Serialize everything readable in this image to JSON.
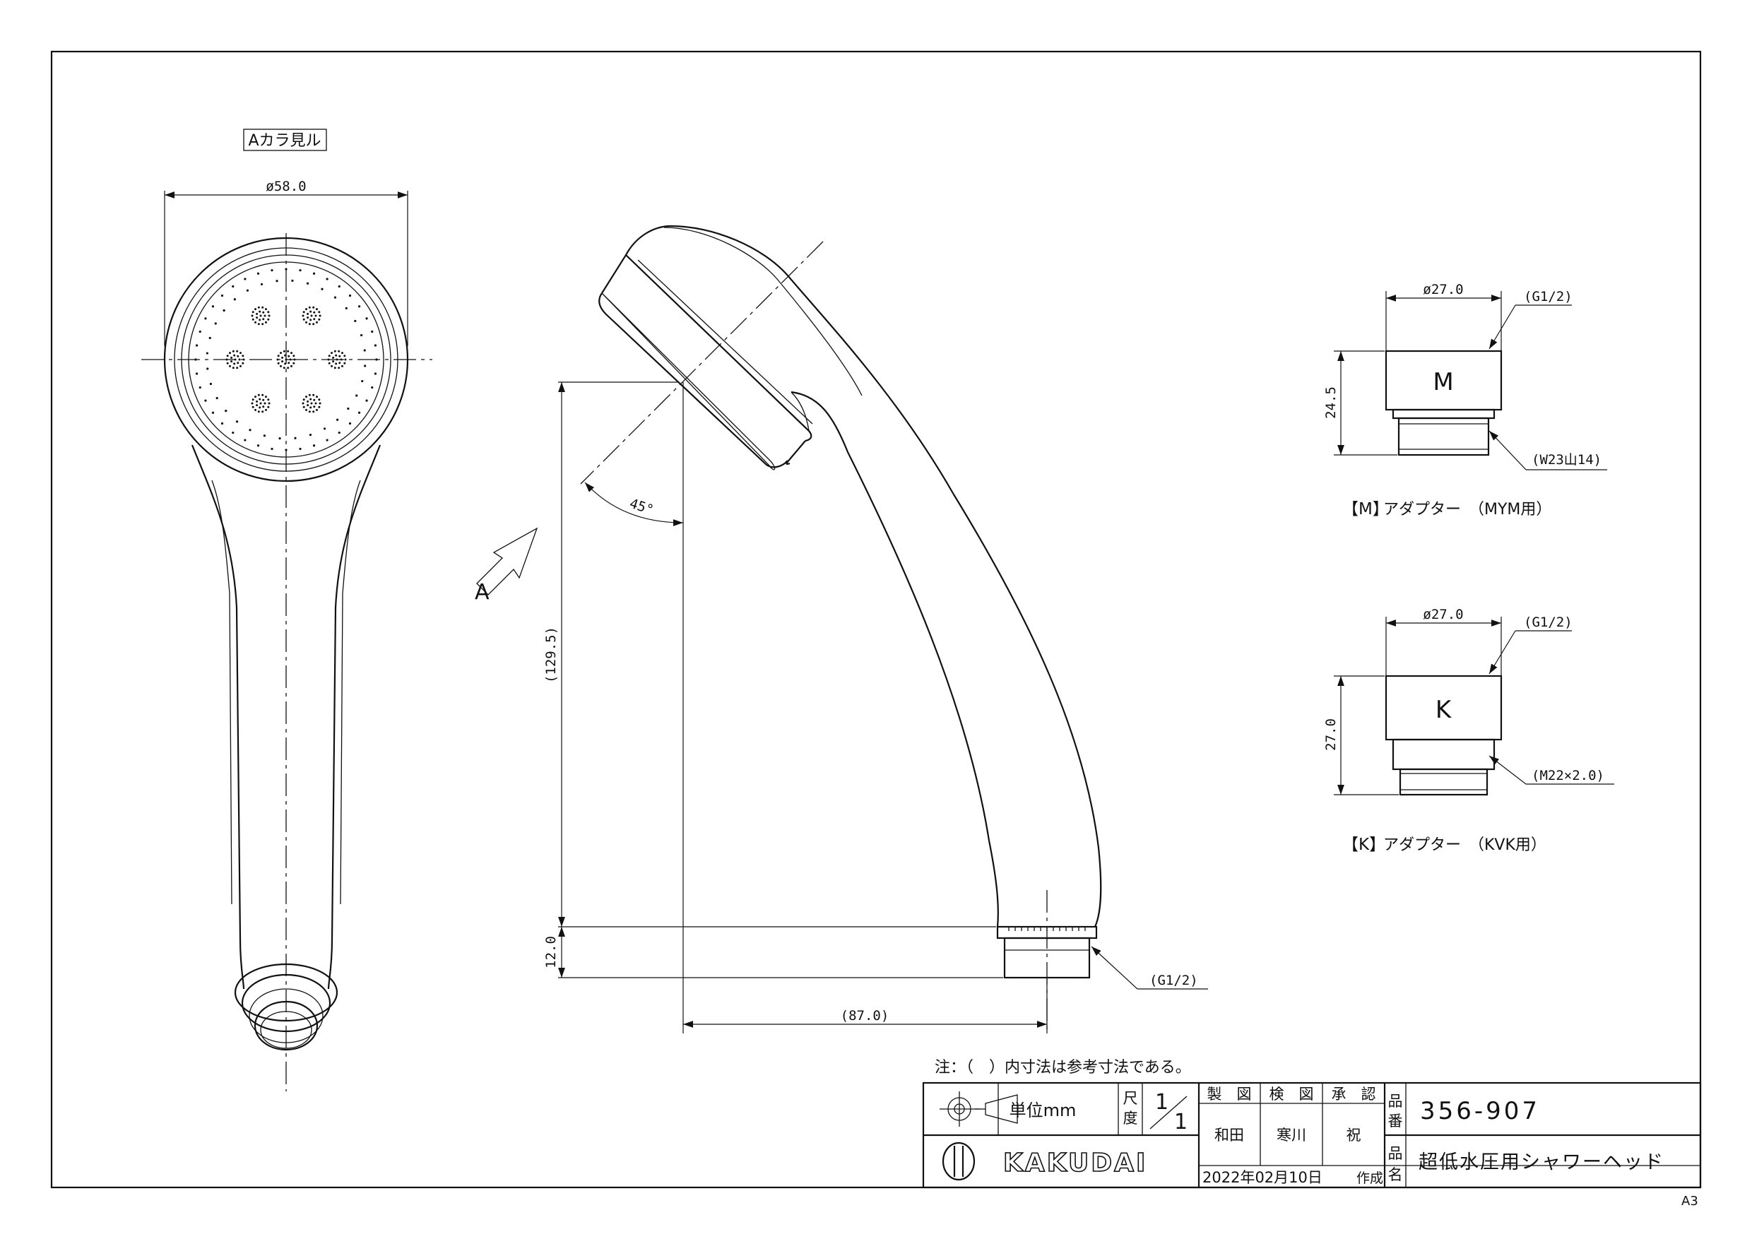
{
  "view_label": "Aカラ見ル",
  "view_arrow_letter": "A",
  "dimensions": {
    "head_diameter": "ø58.0",
    "height_total": "(129.5)",
    "thread_height": "12.0",
    "offset_length": "(87.0)",
    "angle": "45°",
    "outlet_thread": "(G1/2)"
  },
  "adapter_m": {
    "letter": "M",
    "diameter": "ø27.0",
    "height": "24.5",
    "thread_top": "(G1/2)",
    "thread_bottom": "(W23山14)",
    "caption_bracket": "【M】",
    "caption_text": "アダプター　（MYM用）"
  },
  "adapter_k": {
    "letter": "K",
    "diameter": "ø27.0",
    "height": "27.0",
    "thread_top": "(G1/2)",
    "thread_bottom": "(M22×2.0)",
    "caption_bracket": "【K】",
    "caption_text": "アダプター　（KVK用）"
  },
  "note": "注：（　）内寸法は参考寸法である。",
  "title_block": {
    "unit_label": "単位mm",
    "scale_label_1": "尺",
    "scale_label_2": "度",
    "scale_num": "1",
    "scale_den": "1",
    "drawn_header": "製　図",
    "checked_header": "検　図",
    "approved_header": "承　認",
    "drawn_by": "和田",
    "checked_by": "寒川",
    "approved_by": "祝",
    "part_no_label_1": "品",
    "part_no_label_2": "番",
    "part_no": "356-907",
    "part_name_label_1": "品",
    "part_name_label_2": "名",
    "part_name": "超低水圧用シャワーヘッド",
    "company": "KAKUDAI",
    "date": "2022年02月10日",
    "created_label": "作成"
  },
  "sheet_size": "A3"
}
